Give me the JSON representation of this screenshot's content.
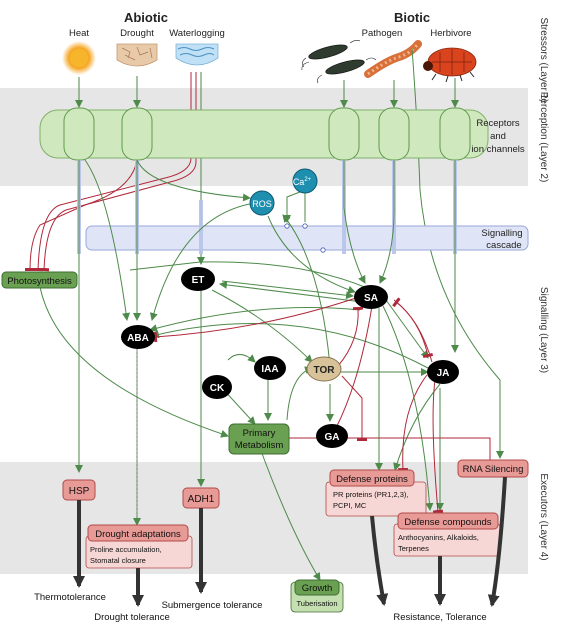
{
  "layers": {
    "stressors": "Stressors (Layer 1)",
    "perception": "Perception (Layer 2)",
    "signalling": "Signalling (Layer 3)",
    "executors": "Executors (Layer 4)"
  },
  "groups": {
    "abiotic": "Abiotic",
    "biotic": "Biotic"
  },
  "stressors": {
    "heat": "Heat",
    "drought": "Drought",
    "waterlogging": "Waterlogging",
    "pathogen": "Pathogen",
    "herbivore": "Herbivore"
  },
  "perception": {
    "receptors_line1": "Receptors",
    "receptors_line2": "and",
    "receptors_line3": "ion channels"
  },
  "signalling": {
    "cascade_line1": "Signalling",
    "cascade_line2": "cascade",
    "ros": "ROS",
    "calcium": "Ca",
    "calcium_sup": "2+",
    "et": "ET",
    "sa": "SA",
    "aba": "ABA",
    "ja": "JA",
    "tor": "TOR",
    "iaa": "IAA",
    "ck": "CK",
    "ga": "GA",
    "photosynthesis": "Photosynthesis",
    "primary_line1": "Primary",
    "primary_line2": "Metabolism"
  },
  "executors": {
    "hsp": "HSP",
    "adh1": "ADH1",
    "drought_adaptations": "Drought adaptations",
    "drought_detail_line1": "Proline accumulation,",
    "drought_detail_line2": "Stomatal closure",
    "defense_proteins": "Defense proteins",
    "defense_proteins_line1": "PR proteins (PR1,2,3),",
    "defense_proteins_line2": "PCPI, MC",
    "defense_compounds": "Defense compounds",
    "defense_compounds_line1": "Anthocyanins,  Alkaloids,",
    "defense_compounds_line2": "Terpenes",
    "rna_silencing": "RNA Silencing"
  },
  "outcomes": {
    "thermotolerance": "Thermotolerance",
    "drought_tolerance": "Drought tolerance",
    "submergence_tolerance": "Submergence tolerance",
    "growth": "Growth",
    "tuberisation": "Tuberisation",
    "resistance": "Resistance, Tolerance"
  },
  "colors": {
    "band": "#e6e6e6",
    "receptor_fill": "#cfe8bd",
    "receptor_stroke": "#7fb06a",
    "green_arrow": "#4e8a4a",
    "red_arrow": "#b0293a",
    "ros_fill": "#1f8fb0",
    "cascade_fill": "#dfe5f7",
    "cascade_stroke": "#9aa6d8",
    "tor_fill": "#d8c29a",
    "executor_fill": "#e89a96",
    "executor_stroke": "#b04a48",
    "detail_fill": "#f7d7d5",
    "green_box_fill": "#6aa052",
    "green_box_stroke": "#3f6e33"
  }
}
